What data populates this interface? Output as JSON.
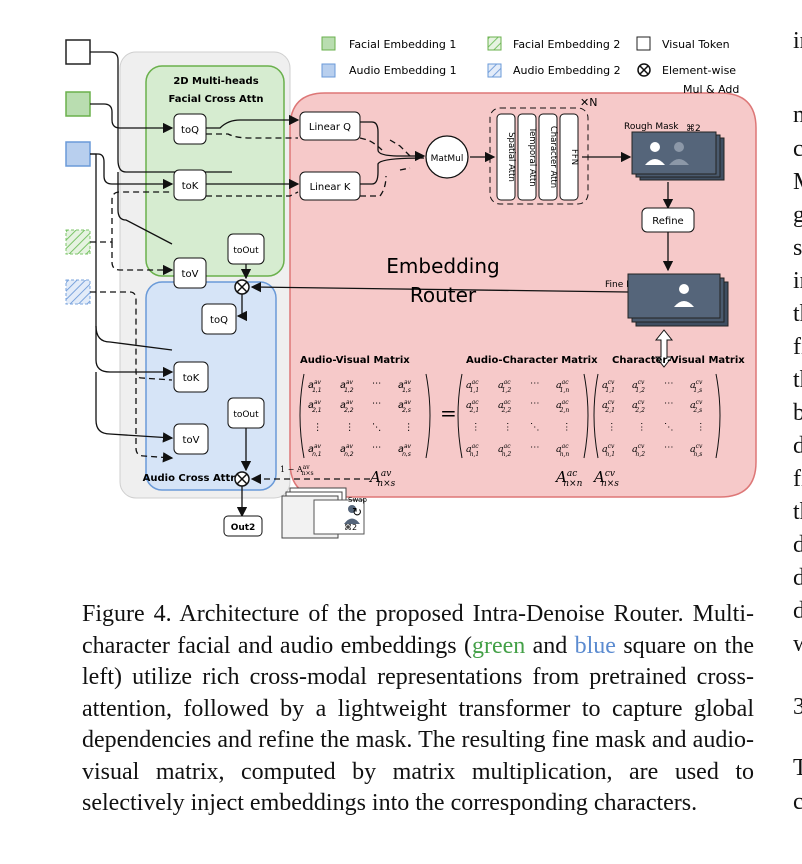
{
  "legend": {
    "facial1": "Facial Embedding 1",
    "facial2": "Facial Embedding 2",
    "visual_token": "Visual Token",
    "audio1": "Audio Embedding 1",
    "audio2": "Audio Embedding 2",
    "elementwise_1": "Element-wise",
    "elementwise_2": "Mul & Add"
  },
  "blocks": {
    "facial_title_1": "2D Multi-heads",
    "facial_title_2": "Facial Cross Attn",
    "audio_title": "Audio Cross Attn",
    "router_title_1": "Embedding",
    "router_title_2": "Router",
    "toQ": "toQ",
    "toK": "toK",
    "toV": "toV",
    "toOut": "toOut",
    "linearQ": "Linear Q",
    "linearK": "Linear K",
    "matmul": "MatMul",
    "spatial_attn": "Spatial Attn",
    "temporal_attn": "Temporal Attn",
    "character_attn": "Character Attn",
    "ffn": "FFN",
    "times_n": "N",
    "rough_mask": "Rough Mask",
    "refine": "Refine",
    "fine_mask": "Fine Mask",
    "x2": "2",
    "out2": "Out2",
    "swap": "Swap",
    "one_minus": "1 − A",
    "av_matrix_title": "Audio-Visual Matrix",
    "ac_matrix_title": "Audio-Character Matrix",
    "cv_matrix_title": "Character-Visual Matrix",
    "A_av": "A",
    "A_ac": "A",
    "A_cv": "A"
  },
  "caption": {
    "part1": "Figure 4. Architecture of the proposed Intra-Denoise Router. Multi-character facial and audio embeddings (",
    "green": "green",
    "and": " and ",
    "blue": "blue",
    "part2": " square on the left) utilize rich cross-modal representations from pretrained cross-attention, followed by a lightweight transformer to capture global dependencies and refine the mask. The resulting fine mask and audio-visual matrix, computed by matrix multiplication, are used to selectively inject embeddings into the corresponding characters."
  },
  "right_column": [
    "in",
    "m",
    "c",
    "M",
    "g",
    "s",
    "in",
    "th",
    "fi",
    "th",
    "b",
    "d",
    "fi",
    "th",
    "d",
    "d",
    "d",
    "w",
    "3",
    "T",
    "c"
  ],
  "colors": {
    "green_fill": "#d6ecd0",
    "green_stroke": "#6ab04c",
    "blue_fill": "#d6e4f7",
    "blue_stroke": "#6a9ad8",
    "router_fill": "#f6c9c9",
    "router_stroke": "#d77",
    "gray_fill": "#efefef"
  }
}
